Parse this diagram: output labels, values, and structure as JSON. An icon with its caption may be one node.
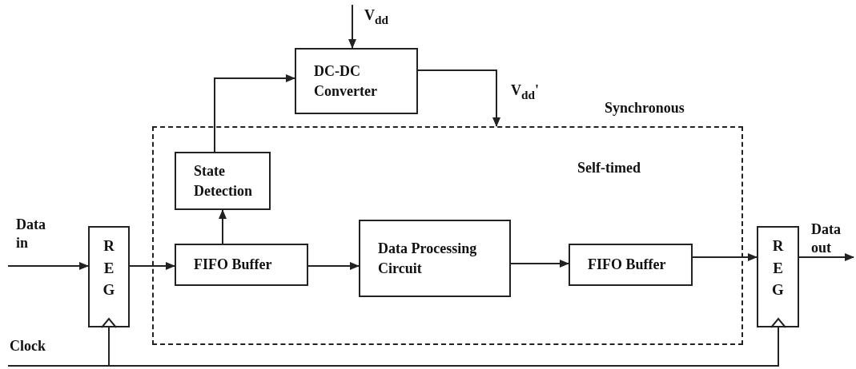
{
  "diagram": {
    "nodes": [
      {
        "text": [
          "Self-timed"
        ]
      },
      {
        "text": [
          "DC-DC Converter"
        ]
      },
      {
        "text": [
          "State Detection"
        ],
        "in": 0
      },
      {
        "text": [
          "FIFO Buffer"
        ],
        "in": 0
      },
      {
        "text": [
          "Data Processing Circuit"
        ],
        "in": 0
      },
      {
        "text": [
          "FIFO Buffer"
        ],
        "in": 0
      },
      {
        "text": [
          "R E G"
        ]
      },
      {
        "text": [
          "R E G"
        ]
      }
    ],
    "edges": [
      {
        "from": null,
        "to": 6,
        "arrow": "to",
        "label": "Data in"
      },
      {
        "from": 6,
        "to": 3,
        "arrow": "to"
      },
      {
        "from": 3,
        "to": 2,
        "arrow": "to"
      },
      {
        "from": 2,
        "to": 1,
        "arrow": "to"
      },
      {
        "from": null,
        "to": 1,
        "arrow": "to",
        "label": "V$_{dd}$"
      },
      {
        "from": 1,
        "to": 0,
        "arrow": "to",
        "label": "V$_{dd}$'"
      },
      {
        "from": 3,
        "to": 4,
        "arrow": "to"
      },
      {
        "from": 4,
        "to": 5,
        "arrow": "to"
      },
      {
        "from": 5,
        "to": 7,
        "arrow": "to"
      },
      {
        "from": 7,
        "to": null,
        "arrow": "to",
        "label": "Data out"
      },
      {
        "from": null,
        "to": 6,
        "arrow": "to",
        "label": "Clock"
      },
      {
        "from": null,
        "to": 7,
        "arrow": "to"
      }
    ],
    "labels": [
      "Synchronous"
    ]
  }
}
